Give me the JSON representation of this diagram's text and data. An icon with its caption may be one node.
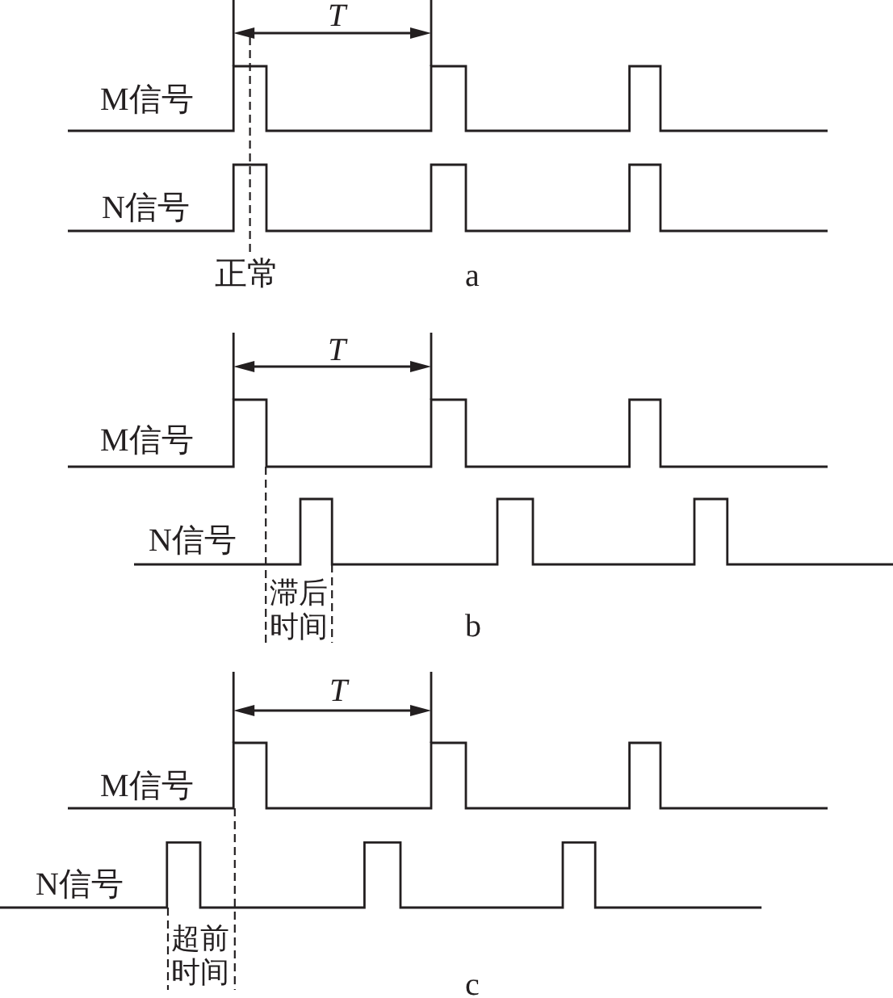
{
  "diagram": {
    "labels": [
      "T",
      "M信号",
      "N信号",
      "正常",
      "a",
      "T",
      "M信号",
      "N信号",
      "滞后时间",
      "b",
      "T",
      "M信号",
      "N信号",
      "超前时间",
      "c"
    ]
  }
}
